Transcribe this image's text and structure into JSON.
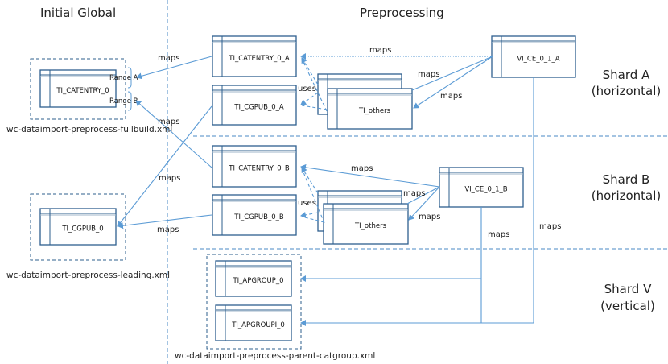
{
  "headings": {
    "initial_global": "Initial Global",
    "preprocessing": "Preprocessing"
  },
  "shards": [
    {
      "name": "Shard A",
      "type": "(horizontal)"
    },
    {
      "name": "Shard B",
      "type": "(horizontal)"
    },
    {
      "name": "Shard V",
      "type": "(vertical)"
    }
  ],
  "files": {
    "fullbuild": "wc-dataimport-preprocess-fullbuild.xml",
    "leading": "wc-dataimport-preprocess-leading.xml",
    "parent_catgroup": "wc-dataimport-preprocess-parent-catgroup.xml"
  },
  "tables": {
    "ti_catentry_0": "TI_CATENTRY_0",
    "ti_cgpub_0": "TI_CGPUB_0",
    "ti_catentry_0_a": "TI_CATENTRY_0_A",
    "ti_cgpub_0_a": "TI_CGPUB_0_A",
    "ti_others_a": "TI_others",
    "vi_ce_0_1_a": "VI_CE_0_1_A",
    "ti_catentry_0_b": "TI_CATENTRY_0_B",
    "ti_cgpub_0_b": "TI_CGPUB_0_B",
    "ti_others_b": "TI_others",
    "vi_ce_0_1_b": "VI_CE_0_1_B",
    "ti_apgroup_0": "TI_APGROUP_0",
    "ti_apgroupi_0": "TI_APGROUPI_0"
  },
  "ranges": {
    "a": "Range A",
    "b": "Range B"
  },
  "edge_labels": {
    "maps": "maps",
    "uses": "uses"
  }
}
